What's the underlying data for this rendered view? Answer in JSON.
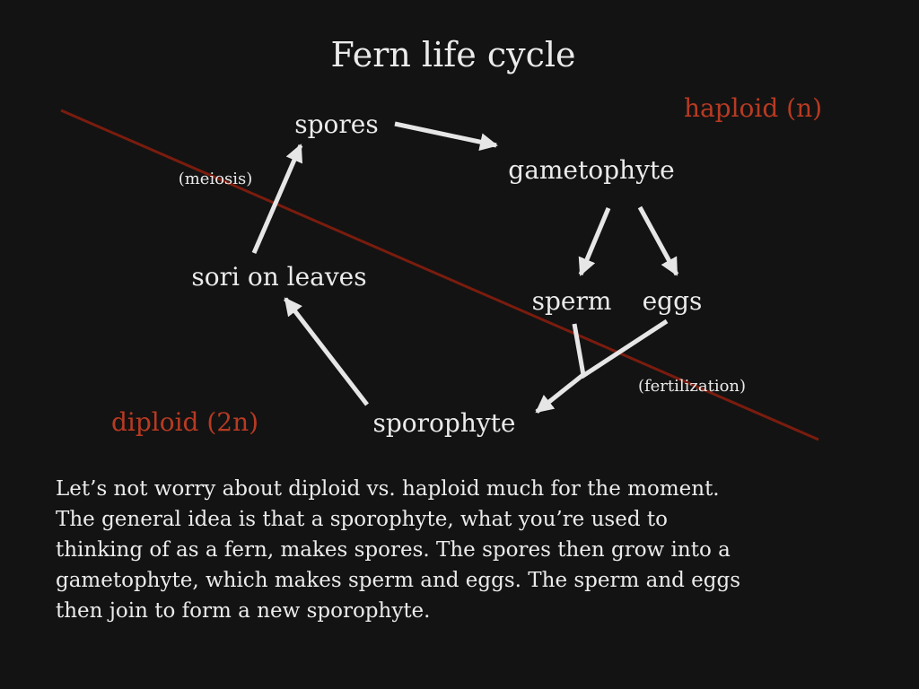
{
  "title": "Fern life cycle",
  "diagram": {
    "nodes": {
      "spores": "spores",
      "gametophyte": "gametophyte",
      "sori": "sori on leaves",
      "sperm": "sperm",
      "eggs": "eggs",
      "sporophyte": "sporophyte"
    },
    "processes": {
      "meiosis": "(meiosis)",
      "fertilization": "(fertilization)"
    },
    "ploidy": {
      "haploid": "haploid (n)",
      "diploid": "diploid (2n)"
    }
  },
  "caption": {
    "lines": [
      "Let’s not worry about diploid vs. haploid much for the moment.",
      "The general idea is that a sporophyte, what you’re used to",
      "thinking of as a fern, makes spores.  The spores then grow into a",
      "gametophyte, which makes sperm and eggs.  The sperm and eggs",
      "then join to form a new sporophyte."
    ]
  },
  "colors": {
    "background": "#131313",
    "text": "#ebebeb",
    "ploidy_label": "#b83a22",
    "divider_line": "#7a1c0e"
  }
}
